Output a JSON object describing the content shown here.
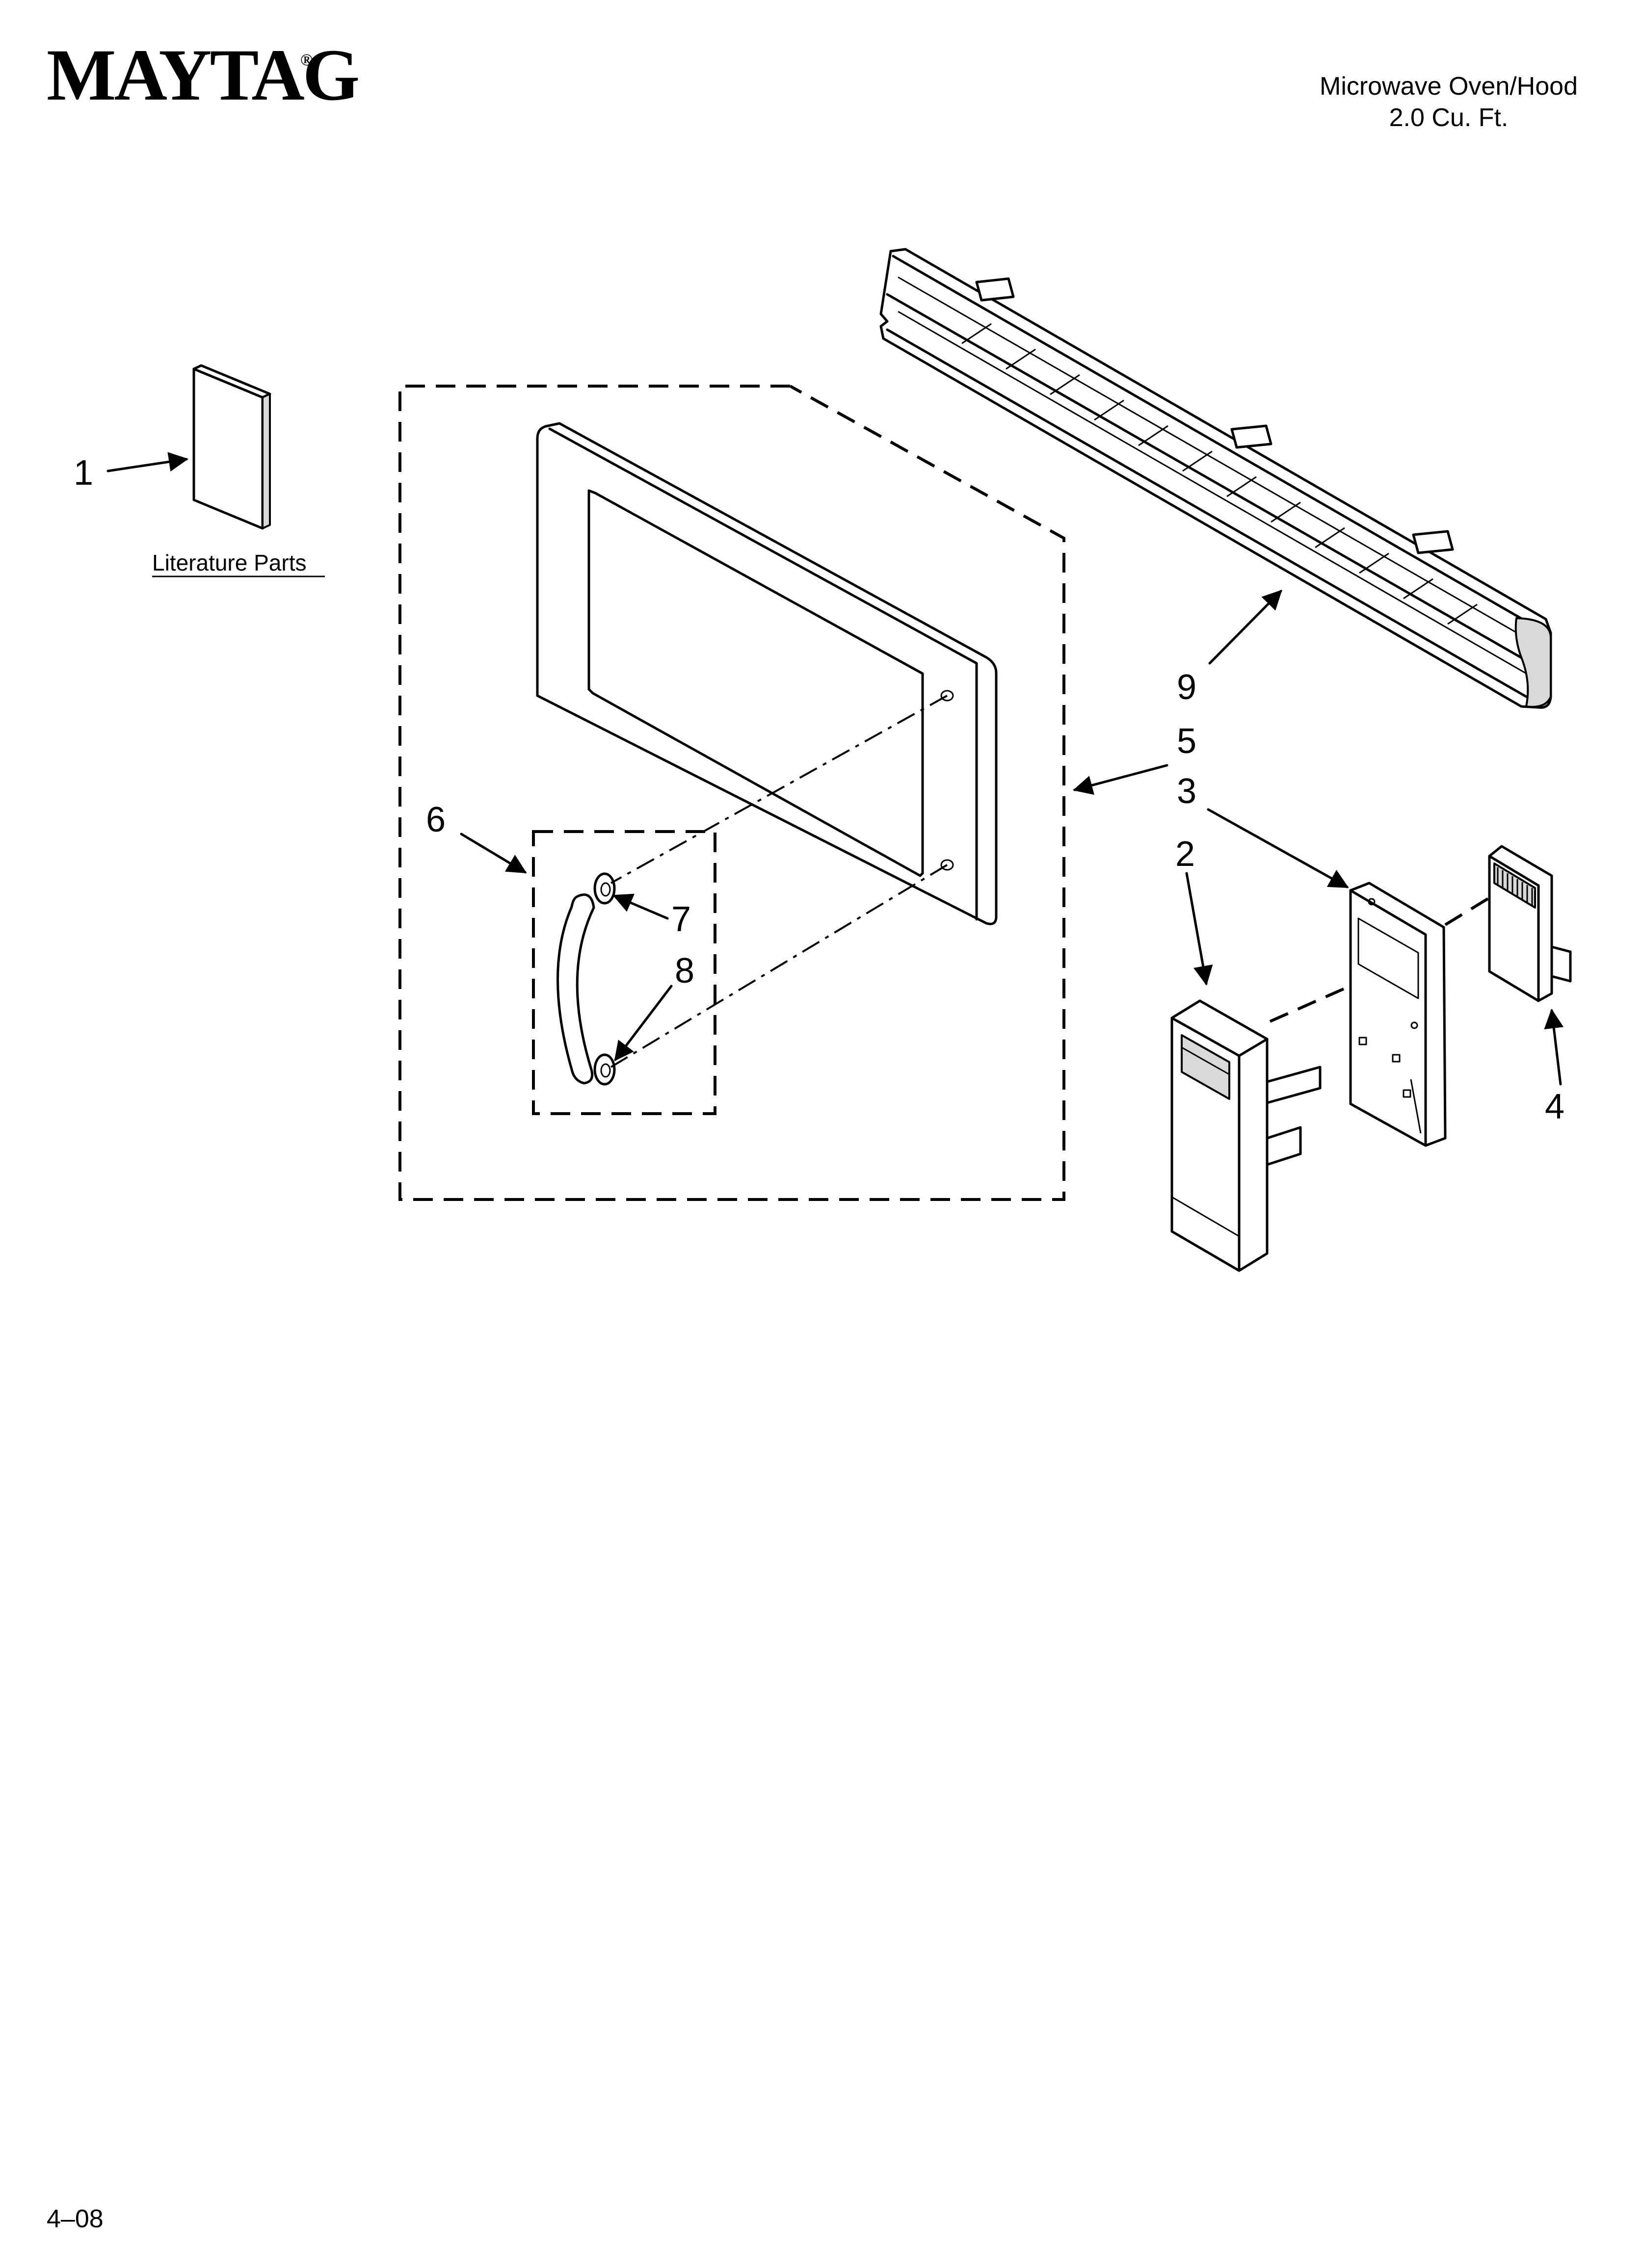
{
  "header": {
    "brand": "MAYTAG",
    "registered_mark": "®",
    "product_line1": "Microwave Oven/Hood",
    "product_line2": "2.0 Cu. Ft."
  },
  "literature_label": "Literature Parts",
  "callouts": {
    "c1": "1",
    "c2": "2",
    "c3": "3",
    "c4": "4",
    "c5": "5",
    "c6": "6",
    "c7": "7",
    "c8": "8",
    "c9": "9"
  },
  "footer": {
    "date_code": "4–08"
  }
}
